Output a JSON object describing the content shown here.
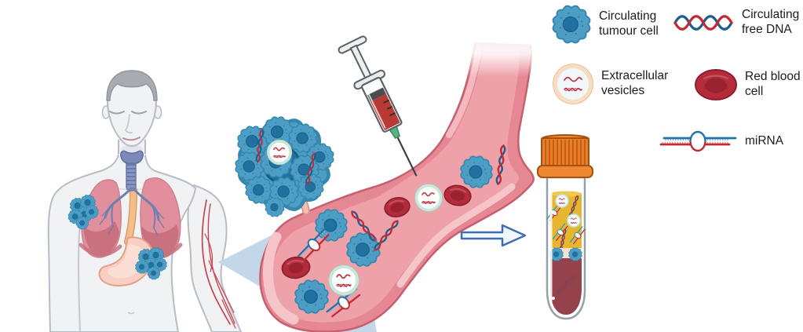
{
  "legend": {
    "items": [
      {
        "icon": "tumour-cell-icon",
        "label": "Circulating tumour cell"
      },
      {
        "icon": "circulating-free-dna-icon",
        "label": "Circulating free DNA"
      },
      {
        "icon": "extracellular-vesicle-icon",
        "label": "Extracellular vesicles"
      },
      {
        "icon": "red-blood-cell-icon",
        "label": "Red blood cell"
      },
      {
        "icon": "mirna-icon",
        "label": "miRNA"
      }
    ]
  },
  "scene": {
    "elements": [
      {
        "name": "patient-figure",
        "desc": "human torso with lungs, stomach and tumour masses"
      },
      {
        "name": "tumour-mass",
        "desc": "cluster of tumour cells shedding biomarkers"
      },
      {
        "name": "syringe",
        "desc": "syringe drawing blood"
      },
      {
        "name": "blood-vessel",
        "desc": "magnified vessel with circulating biomarkers"
      },
      {
        "name": "flow-arrow",
        "desc": "arrow to collection tube"
      },
      {
        "name": "blood-tube",
        "desc": "centrifuged tube: plasma, buffy coat, red cells"
      }
    ]
  },
  "colors": {
    "tumour_cell": "#4d9dc4",
    "tumour_nucleus": "#20719f",
    "red_blood_cell": "#b32c3b",
    "dna_red": "#bf2c35",
    "dna_blue": "#1f5d8d",
    "mirna_blue": "#2573a6",
    "mirna_green": "#2f9e8e",
    "vessel_wall": "#e68893",
    "vessel_lumen": "#efa1aa",
    "plasma_yellow": "#e7b52e",
    "blood_red": "#94424b",
    "cap_orange": "#e97d2b",
    "cone_blue": "#c4d7e8",
    "arrow_blue": "#3f6eb5"
  }
}
